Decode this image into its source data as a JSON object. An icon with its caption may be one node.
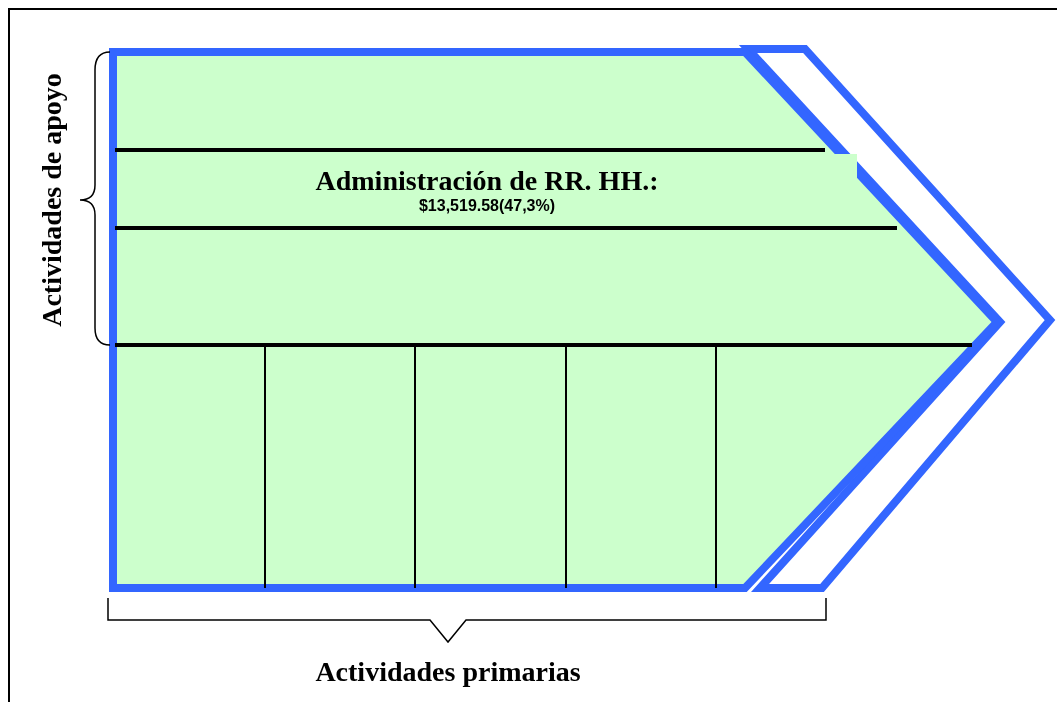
{
  "diagram": {
    "nodes": [
      {
        "text": [
          "Administración de RR. HH.:",
          "$13,519.58(47,3%)"
        ]
      }
    ],
    "labels": [
      "Actividades de apoyo",
      "Actividades primarias"
    ]
  }
}
